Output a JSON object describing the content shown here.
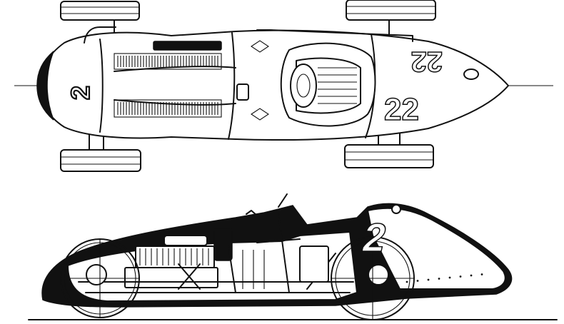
{
  "top_view": {
    "nose_number": "2",
    "side_number": "22",
    "deck_number": "22"
  },
  "side_view": {
    "tail_number": "2"
  },
  "colors": {
    "ink": "#111111",
    "paper": "#ffffff"
  }
}
